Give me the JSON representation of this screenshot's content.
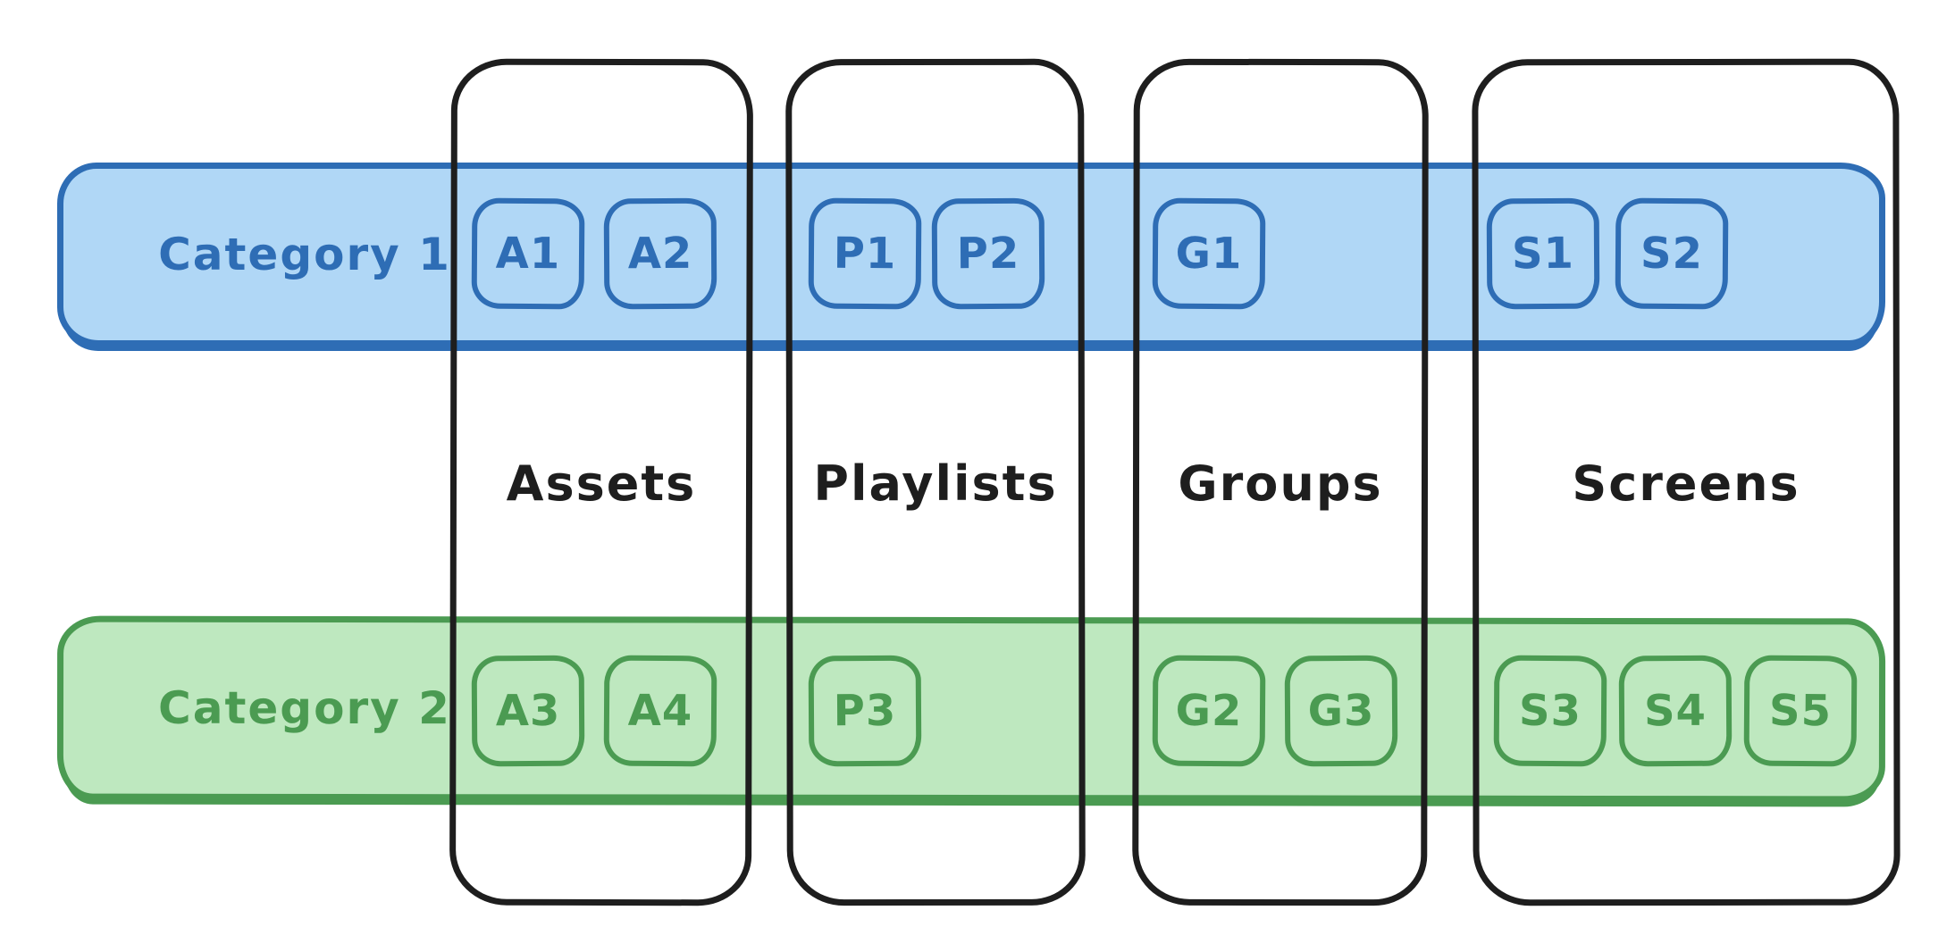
{
  "diagram_title": "",
  "colors": {
    "outline": "#1e1e1e",
    "background": "#ffffff",
    "category1_accent": "#2e6db5",
    "category1_fill": "#b0d7f6",
    "category2_accent": "#4b9b52",
    "category2_fill": "#bee8bf"
  },
  "columns": [
    {
      "id": "assets",
      "label": "Assets"
    },
    {
      "id": "playlists",
      "label": "Playlists"
    },
    {
      "id": "groups",
      "label": "Groups"
    },
    {
      "id": "screens",
      "label": "Screens"
    }
  ],
  "categories": [
    {
      "id": "category1",
      "label": "Category 1",
      "accent": "#2e6db5",
      "fill": "#b0d7f6",
      "boxes": {
        "assets": [
          "A1",
          "A2"
        ],
        "playlists": [
          "P1",
          "P2"
        ],
        "groups": [
          "G1"
        ],
        "screens": [
          "S1",
          "S2"
        ]
      }
    },
    {
      "id": "category2",
      "label": "Category 2",
      "accent": "#4b9b52",
      "fill": "#bee8bf",
      "boxes": {
        "assets": [
          "A3",
          "A4"
        ],
        "playlists": [
          "P3"
        ],
        "groups": [
          "G2",
          "G3"
        ],
        "screens": [
          "S3",
          "S4",
          "S5"
        ]
      }
    }
  ]
}
